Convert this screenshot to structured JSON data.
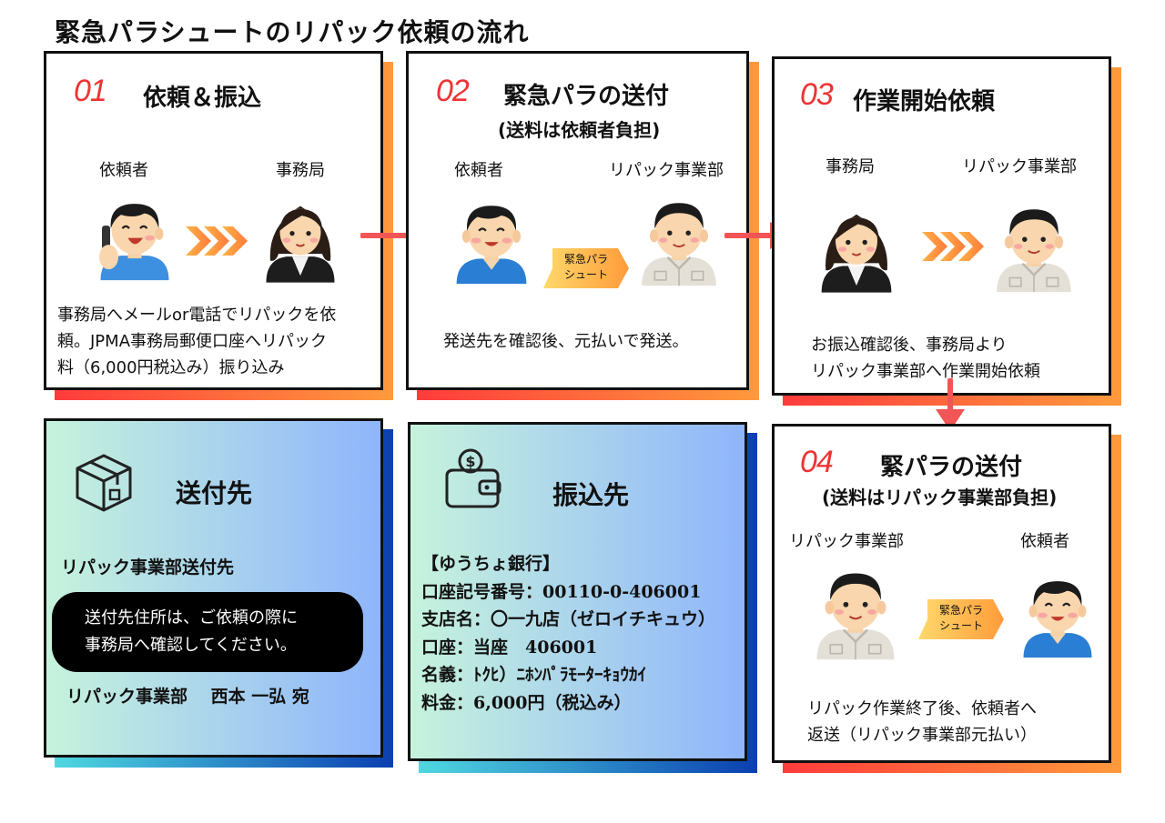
{
  "title": "緊急パラシュートのリパック依頼の流れ",
  "steps": [
    {
      "num": "01",
      "heading": "依頼＆振込",
      "subheading": "",
      "left_role": "依頼者",
      "right_role": "事務局",
      "description": [
        "事務局へメールor電話でリパックを依",
        "頼。JPMA事務局郵便口座へリパック",
        "料（6,000円税込み）振り込み"
      ]
    },
    {
      "num": "02",
      "heading": "緊急パラの送付",
      "subheading": "(送料は依頼者負担)",
      "left_role": "依頼者",
      "right_role": "リパック事業部",
      "parcel_label": [
        "緊急パラ",
        "シュート"
      ],
      "description": [
        "発送先を確認後、元払いで発送。"
      ]
    },
    {
      "num": "03",
      "heading": "作業開始依頼",
      "subheading": "",
      "left_role": "事務局",
      "right_role": "リパック事業部",
      "description": [
        "お振込確認後、事務局より",
        "リパック事業部へ作業開始依頼"
      ]
    },
    {
      "num": "04",
      "heading": "緊パラの送付",
      "subheading": "(送料はリパック事業部負担)",
      "left_role": "リパック事業部",
      "right_role": "依頼者",
      "parcel_label": [
        "緊急パラ",
        "シュート"
      ],
      "description": [
        "リパック作業終了後、依頼者へ",
        "返送（リパック事業部元払い）"
      ]
    }
  ],
  "shipping": {
    "heading": "送付先",
    "icon": "package-box-icon",
    "dest_label": "リパック事業部送付先",
    "note": [
      "送付先住所は、ご依頼の際に",
      "事務局へ確認してください。"
    ],
    "addressee": "リパック事業部　 西本 一弘 宛"
  },
  "payment": {
    "heading": "振込先",
    "icon": "wallet-icon",
    "lines": [
      "【ゆうちょ銀行】",
      "口座記号番号：00110-0-406001",
      "支店名：〇一九店（ゼロイチキュウ）",
      "口座：当座　406001",
      "名義：ﾄｸﾋ）ﾆﾎﾝﾊﾟﾗﾓｰﾀｰｷｮｳｶｲ",
      "料金：6,000円（税込み）"
    ]
  },
  "colors": {
    "accent_red": "#ee3333",
    "arrow": "#f25555",
    "chevron": "#ff8a3d",
    "parcel": "#ffb84a"
  }
}
